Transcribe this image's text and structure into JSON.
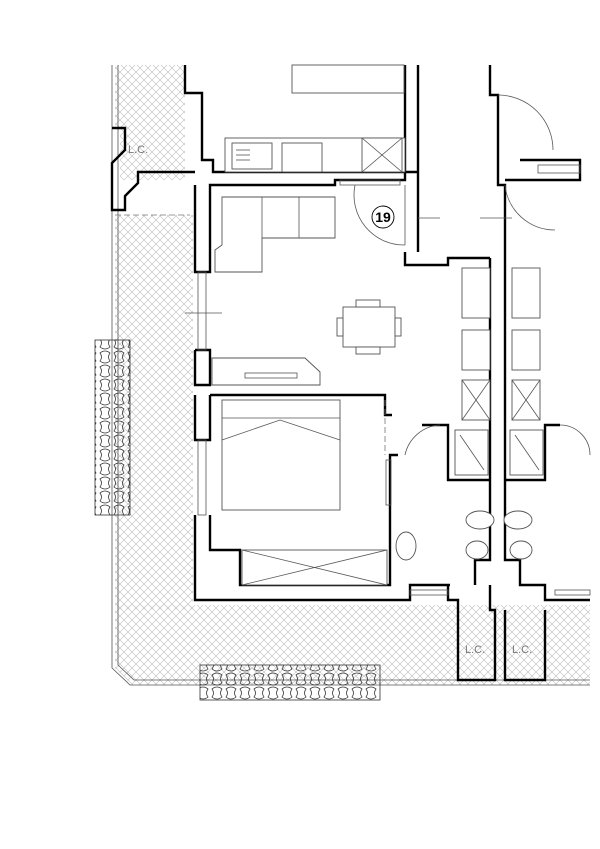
{
  "plan": {
    "unit_number": "19",
    "labels": {
      "lc_top_left": "L.C.",
      "lc_bottom_left": "L.C.",
      "lc_bottom_right": "L.C."
    },
    "colors": {
      "wall": "#000000",
      "furniture": "#555555",
      "hatch": "#bbbbbb"
    }
  }
}
